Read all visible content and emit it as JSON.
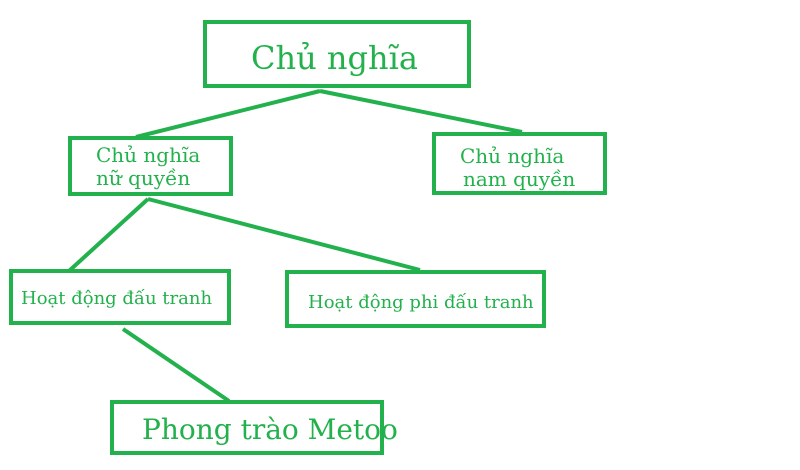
{
  "diagram": {
    "root": {
      "label": "Chủ nghĩa"
    },
    "feminism": {
      "line1": "Chủ nghĩa",
      "line2": "nữ quyền"
    },
    "masculism": {
      "line1": "Chủ nghĩa",
      "line2": "nam quyền"
    },
    "struggle": {
      "label": "Hoạt động đấu tranh"
    },
    "nonstruggle": {
      "label": "Hoạt động phi đấu tranh"
    },
    "metoo": {
      "label": "Phong trào Metoo"
    },
    "line_color": "#22b14c",
    "border_color": "#22b14c",
    "text_color": "#22b14c"
  }
}
